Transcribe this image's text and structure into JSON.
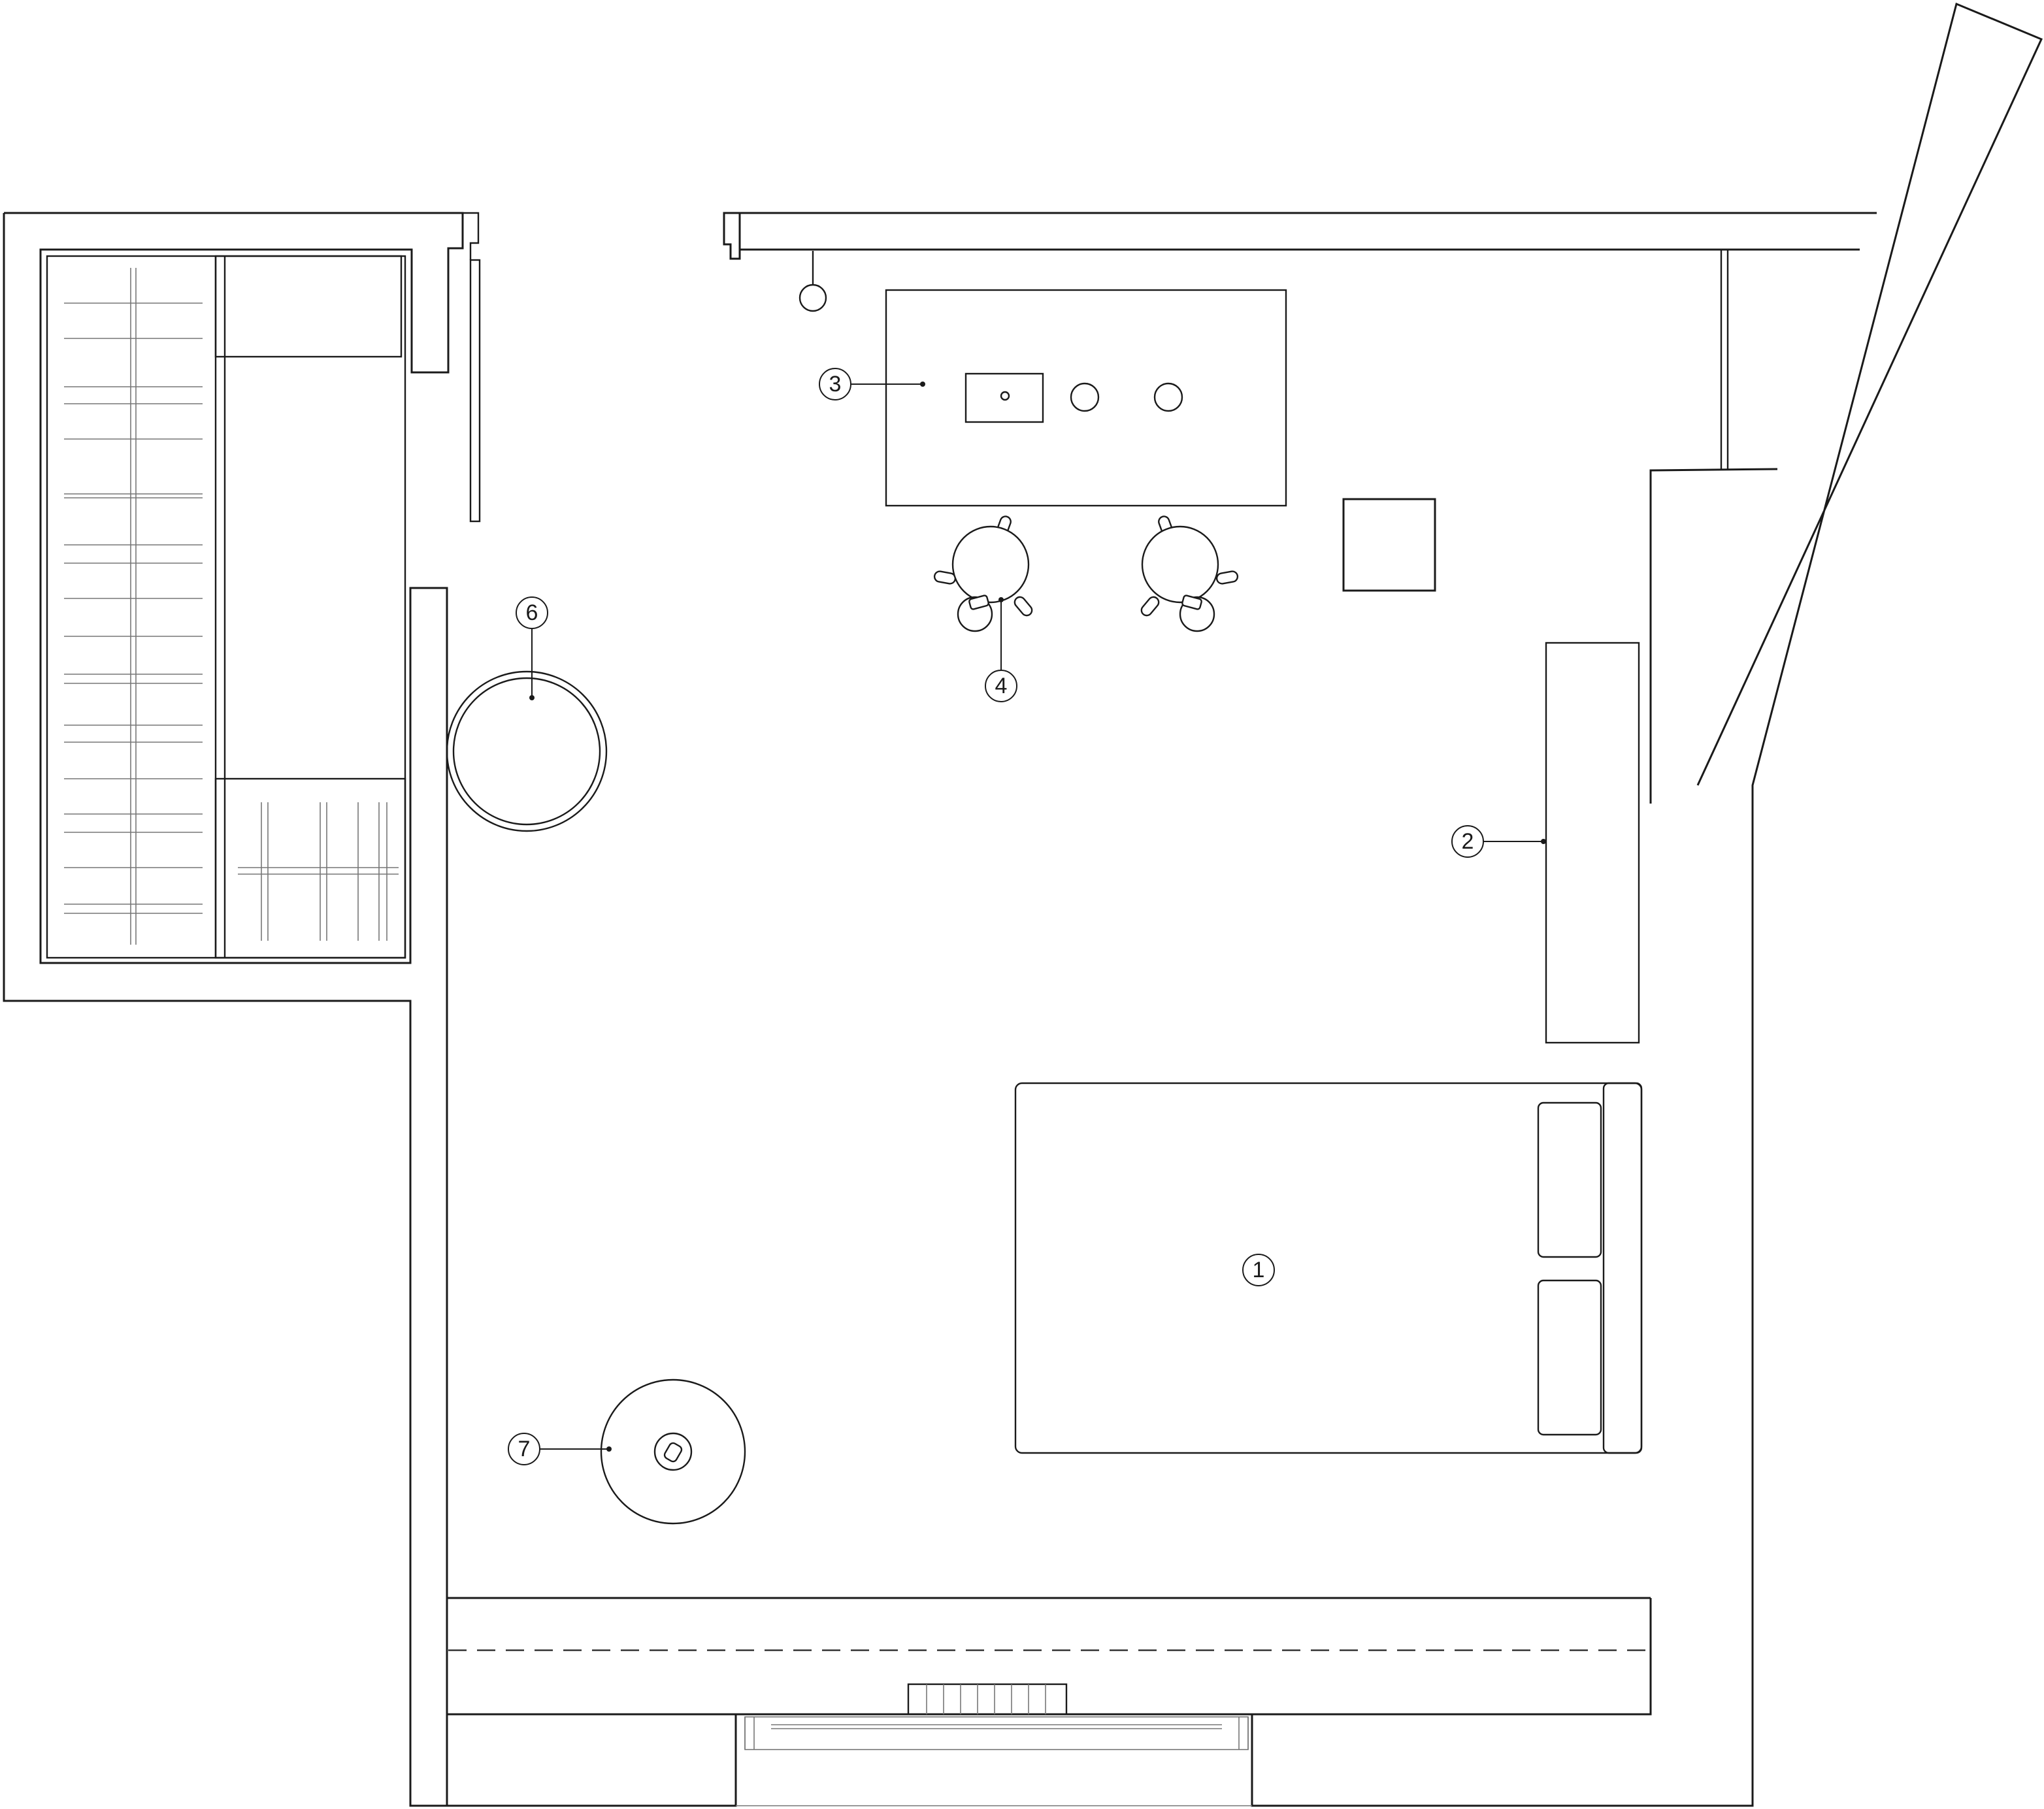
{
  "labels": [
    {
      "id": "1",
      "text": "1"
    },
    {
      "id": "2",
      "text": "2"
    },
    {
      "id": "3",
      "text": "3"
    },
    {
      "id": "4",
      "text": "4"
    },
    {
      "id": "6",
      "text": "6"
    },
    {
      "id": "7",
      "text": "7"
    }
  ]
}
